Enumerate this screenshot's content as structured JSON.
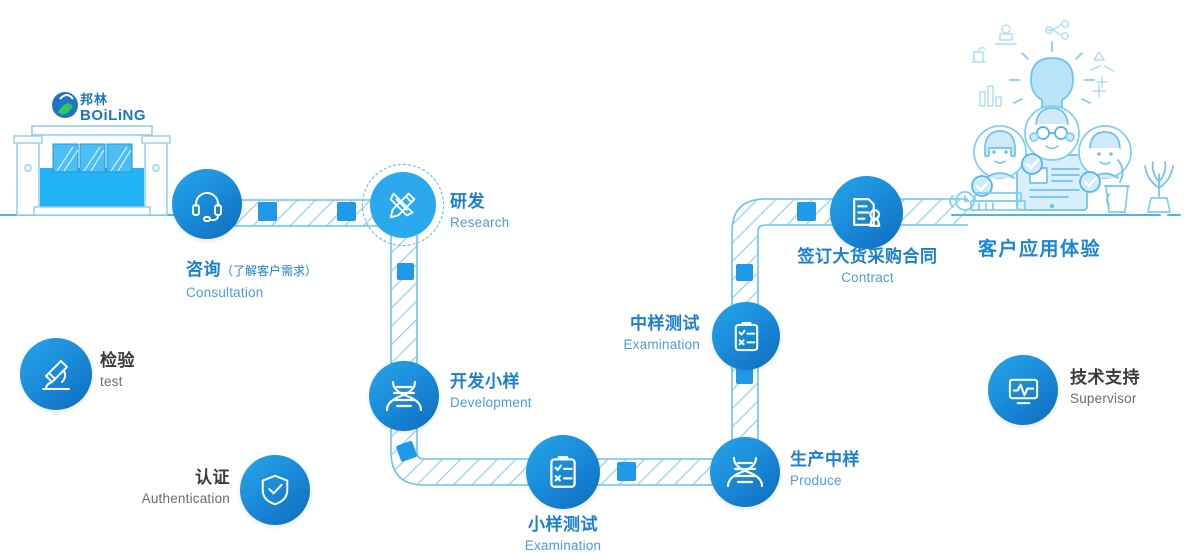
{
  "brand": {
    "logo_cn": "邦林",
    "logo_en": "BOiLiNG",
    "icon": "swoosh-logo-icon"
  },
  "illustrations": {
    "factory": {
      "name": "factory-building-illustration"
    },
    "customer": {
      "name": "customer-team-illustration",
      "caption_cn": "客户应用体验"
    }
  },
  "flow": {
    "nodes": [
      {
        "id": "consultation",
        "icon": "headset-icon",
        "cn": "咨询",
        "cn_note": "（了解客户需求）",
        "en": "Consultation",
        "style": "gradient"
      },
      {
        "id": "research",
        "icon": "pencil-ruler-icon",
        "cn": "研发",
        "en": "Research",
        "style": "flat-dashed"
      },
      {
        "id": "development",
        "icon": "dna-icon",
        "cn": "开发小样",
        "en": "Development",
        "style": "gradient"
      },
      {
        "id": "sample-examination",
        "icon": "clipboard-check-icon",
        "cn": "小样测试",
        "en": "Examination",
        "style": "gradient"
      },
      {
        "id": "produce",
        "icon": "dna-icon",
        "cn": "生产中样",
        "en": "Produce",
        "style": "gradient"
      },
      {
        "id": "mid-examination",
        "icon": "clipboard-check-icon",
        "cn": "中样测试",
        "en": "Examination",
        "style": "gradient"
      },
      {
        "id": "contract",
        "icon": "document-stamp-icon",
        "cn": "签订大货采购合同",
        "en": "Contract",
        "style": "gradient"
      }
    ],
    "support_nodes": [
      {
        "id": "test",
        "icon": "microscope-icon",
        "cn": "检验",
        "en": "test",
        "style": "gradient"
      },
      {
        "id": "authentication",
        "icon": "shield-check-icon",
        "cn": "认证",
        "en": "Authentication",
        "style": "gradient"
      },
      {
        "id": "supervisor",
        "icon": "monitor-chart-icon",
        "cn": "技术支持",
        "en": "Supervisor",
        "style": "gradient"
      }
    ]
  },
  "colors": {
    "primary_blue": "#1a86d8",
    "light_blue": "#2aa9ef",
    "deep_blue": "#0e6bbd",
    "path_stroke": "#6cc3f0",
    "path_marker": "#1f9ae8",
    "caption_cn": "#1a7fd4",
    "caption_en": "#4b9ede",
    "dark_cn": "#3b3b3b",
    "dark_en": "#6d6d6d",
    "ground_line": "#4fb4ee"
  }
}
